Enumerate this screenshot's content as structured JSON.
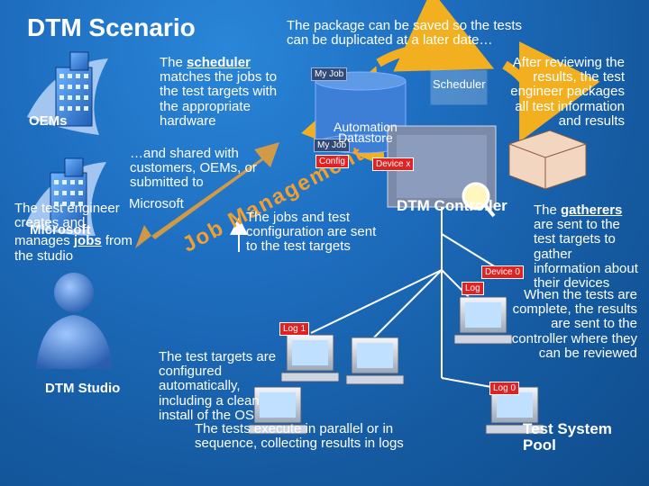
{
  "title": "DTM Scenario",
  "package_note": [
    "The package can be saved so the tests",
    "can be duplicated at a later date…"
  ],
  "scheduler_text": {
    "pre": "The ",
    "word": "scheduler",
    "lines": [
      "matches the jobs to",
      "the test targets with",
      "the appropriate",
      "hardware"
    ]
  },
  "oems_label": "OEMs",
  "shared_text": [
    "…and shared with",
    "customers, OEMs, or",
    "submitted to"
  ],
  "microsoft_top": "Microsoft",
  "test_engineer_text": {
    "line1": "The test engineer",
    "line2": "creates and",
    "line3_pre": "manages ",
    "line3_word": "jobs",
    "line3_post": " from",
    "line4": "the studio"
  },
  "microsoft_bottom": "Microsoft",
  "job_management": "Job Management",
  "jobs_config_text": [
    "The jobs and test",
    "configuration are sent",
    "to the test targets"
  ],
  "after_review_text": [
    "After reviewing the",
    "results, the test",
    "engineer packages",
    "all test information",
    "and results"
  ],
  "my_job_1": "My Job",
  "my_job_2": "My Job",
  "scheduler_label": "Scheduler",
  "automation_datastore": [
    "Automation",
    "Datastore"
  ],
  "config_tag": "Config",
  "device_x_tag": "Device x",
  "dtm_controller": "DTM Controller",
  "gatherers_text": {
    "pre": "The ",
    "word": "gatherers",
    "lines": [
      "are sent to the",
      "test targets to",
      "gather",
      "information about",
      "their devices"
    ]
  },
  "device_0_tag": "Device 0",
  "log_small_tag": "Log",
  "when_tests_text": [
    "When the tests are",
    "complete, the results",
    "are sent to the",
    "controller where they",
    "can be reviewed"
  ],
  "log_1_tag": "Log 1",
  "log_0_tag": "Log 0",
  "dtm_studio": "DTM Studio",
  "targets_config_text": [
    "The test targets are",
    "configured",
    "automatically,",
    "including a clean",
    "install of the OS"
  ],
  "parallel_text": [
    "The tests execute in parallel or in",
    "sequence, collecting results in logs"
  ],
  "test_system_pool": [
    "Test System",
    "Pool"
  ],
  "colors": {
    "arrow_orange": "#f0a030",
    "arrow_yellow": "#f2b020",
    "tag_red": "#e02222",
    "datastore_blue": "#3d7fd6"
  }
}
